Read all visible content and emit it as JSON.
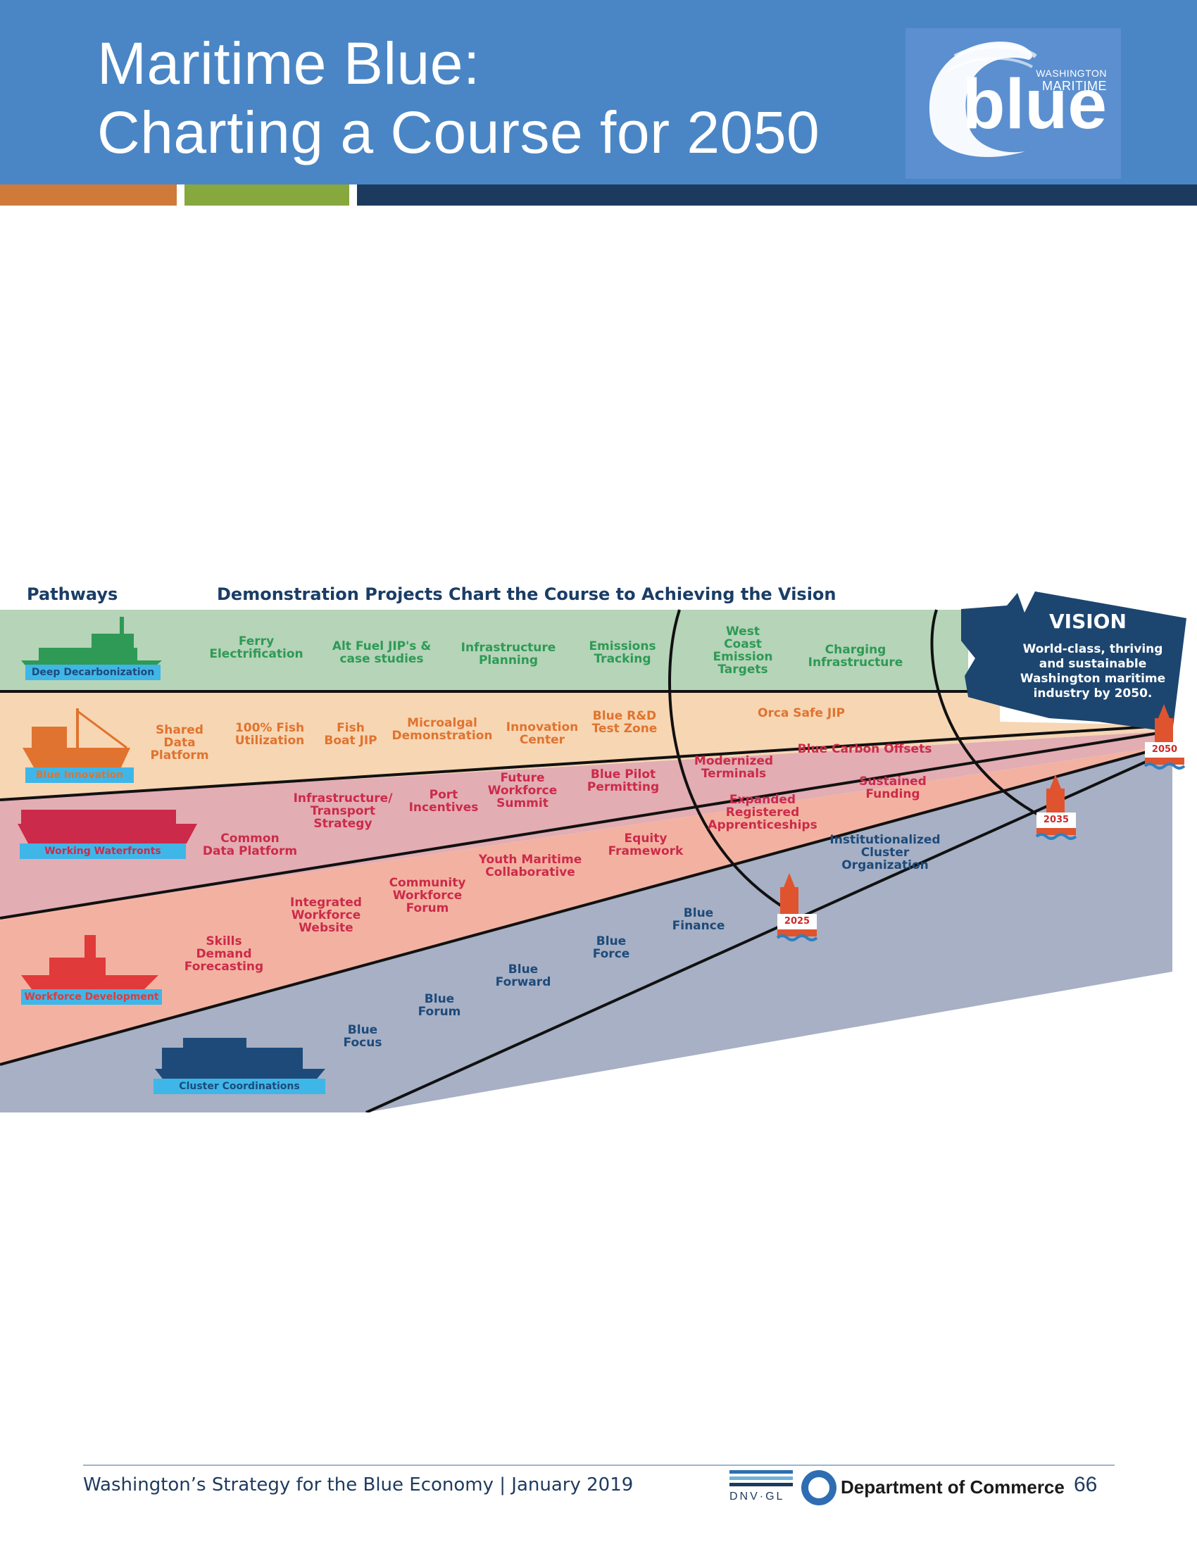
{
  "header": {
    "title_line1": "Maritime Blue:",
    "title_line2": "Charting a Course for 2050",
    "logo": {
      "small1": "WASHINGTON",
      "small2": "MARITIME",
      "big": "blue"
    }
  },
  "accent_colors": {
    "orange": "#d07a3a",
    "green": "#86a83c",
    "navy": "#1c3a5e"
  },
  "diagram": {
    "pathways_heading": "Pathways",
    "projects_heading": "Demonstration Projects Chart the Course to Achieving the Vision",
    "pathways": [
      {
        "label": "Deep Decarbonization",
        "color": "#2e9a55"
      },
      {
        "label": "Blue Innovation",
        "color": "#e0732f"
      },
      {
        "label": "Working Waterfronts",
        "color": "#cc2a4a"
      },
      {
        "label": "Workforce Development",
        "color": "#e03a3a"
      },
      {
        "label": "Cluster Coordinations",
        "color": "#1e4a7a"
      }
    ],
    "band_colors": {
      "deep": "#b5d4b8",
      "innovation": "#f7d6b3",
      "waterfronts": "#e2adb3",
      "workforce": "#f3b2a1",
      "cluster": "#a7b0c4"
    },
    "projects": {
      "deep": [
        "Ferry\nElectrification",
        "Alt Fuel JIP's &\ncase studies",
        "Infrastructure\nPlanning",
        "Emissions\nTracking",
        "West\nCoast\nEmission\nTargets",
        "Charging\nInfrastructure"
      ],
      "innovation": [
        "Shared\nData\nPlatform",
        "100% Fish\nUtilization",
        "Fish\nBoat JIP",
        "Microalgal\nDemonstration",
        "Innovation\nCenter",
        "Blue R&D\nTest Zone",
        "Orca Safe JIP"
      ],
      "waterfronts": [
        "Common\nData Platform",
        "Infrastructure/\nTransport\nStrategy",
        "Port\nIncentives",
        "Future\nWorkforce\nSummit",
        "Blue Pilot\nPermitting",
        "Modernized\nTerminals",
        "Blue Carbon Offsets"
      ],
      "workforce": [
        "Skills\nDemand\nForecasting",
        "Integrated\nWorkforce\nWebsite",
        "Community\nWorkforce\nForum",
        "Youth Maritime\nCollaborative",
        "Equity\nFramework",
        "Expanded\nRegistered\nApprenticeships",
        "Sustained\nFunding"
      ],
      "cluster": [
        "Blue\nFocus",
        "Blue\nForum",
        "Blue\nForward",
        "Blue\nForce",
        "Blue\nFinance",
        "Institutionalized\nCluster\nOrganization"
      ]
    },
    "vision": {
      "title": "VISION",
      "text": "World-class, thriving and sustainable Washington maritime industry by 2050."
    },
    "milestones": [
      "2025",
      "2035",
      "2050"
    ]
  },
  "footer": {
    "text": "Washington’s Strategy for the Blue Economy | January 2019",
    "dnv": "DNV·GL",
    "department": "Department of Commerce",
    "page_number": "66"
  }
}
